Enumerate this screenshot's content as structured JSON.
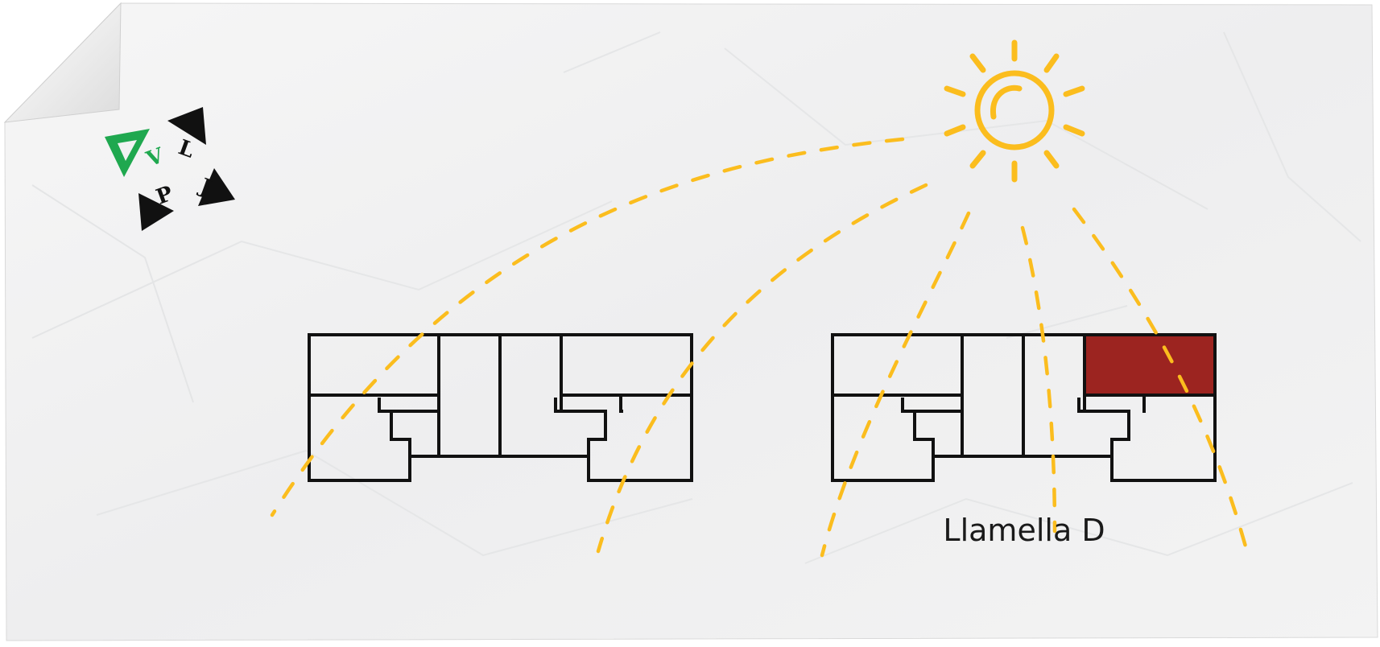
{
  "caption": "Llamella D",
  "logo": {
    "letters": [
      "V",
      "L",
      "J",
      "P"
    ]
  },
  "colors": {
    "paper": "#f1f2f2",
    "paper_shadow": "#e2e3e4",
    "line": "#111111",
    "sun": "#fbbd1e",
    "highlight": "#9c2420",
    "logo_green": "#1fa84f",
    "logo_black": "#111111"
  },
  "icons": [
    "sun-icon",
    "vplj-logo-icon"
  ]
}
